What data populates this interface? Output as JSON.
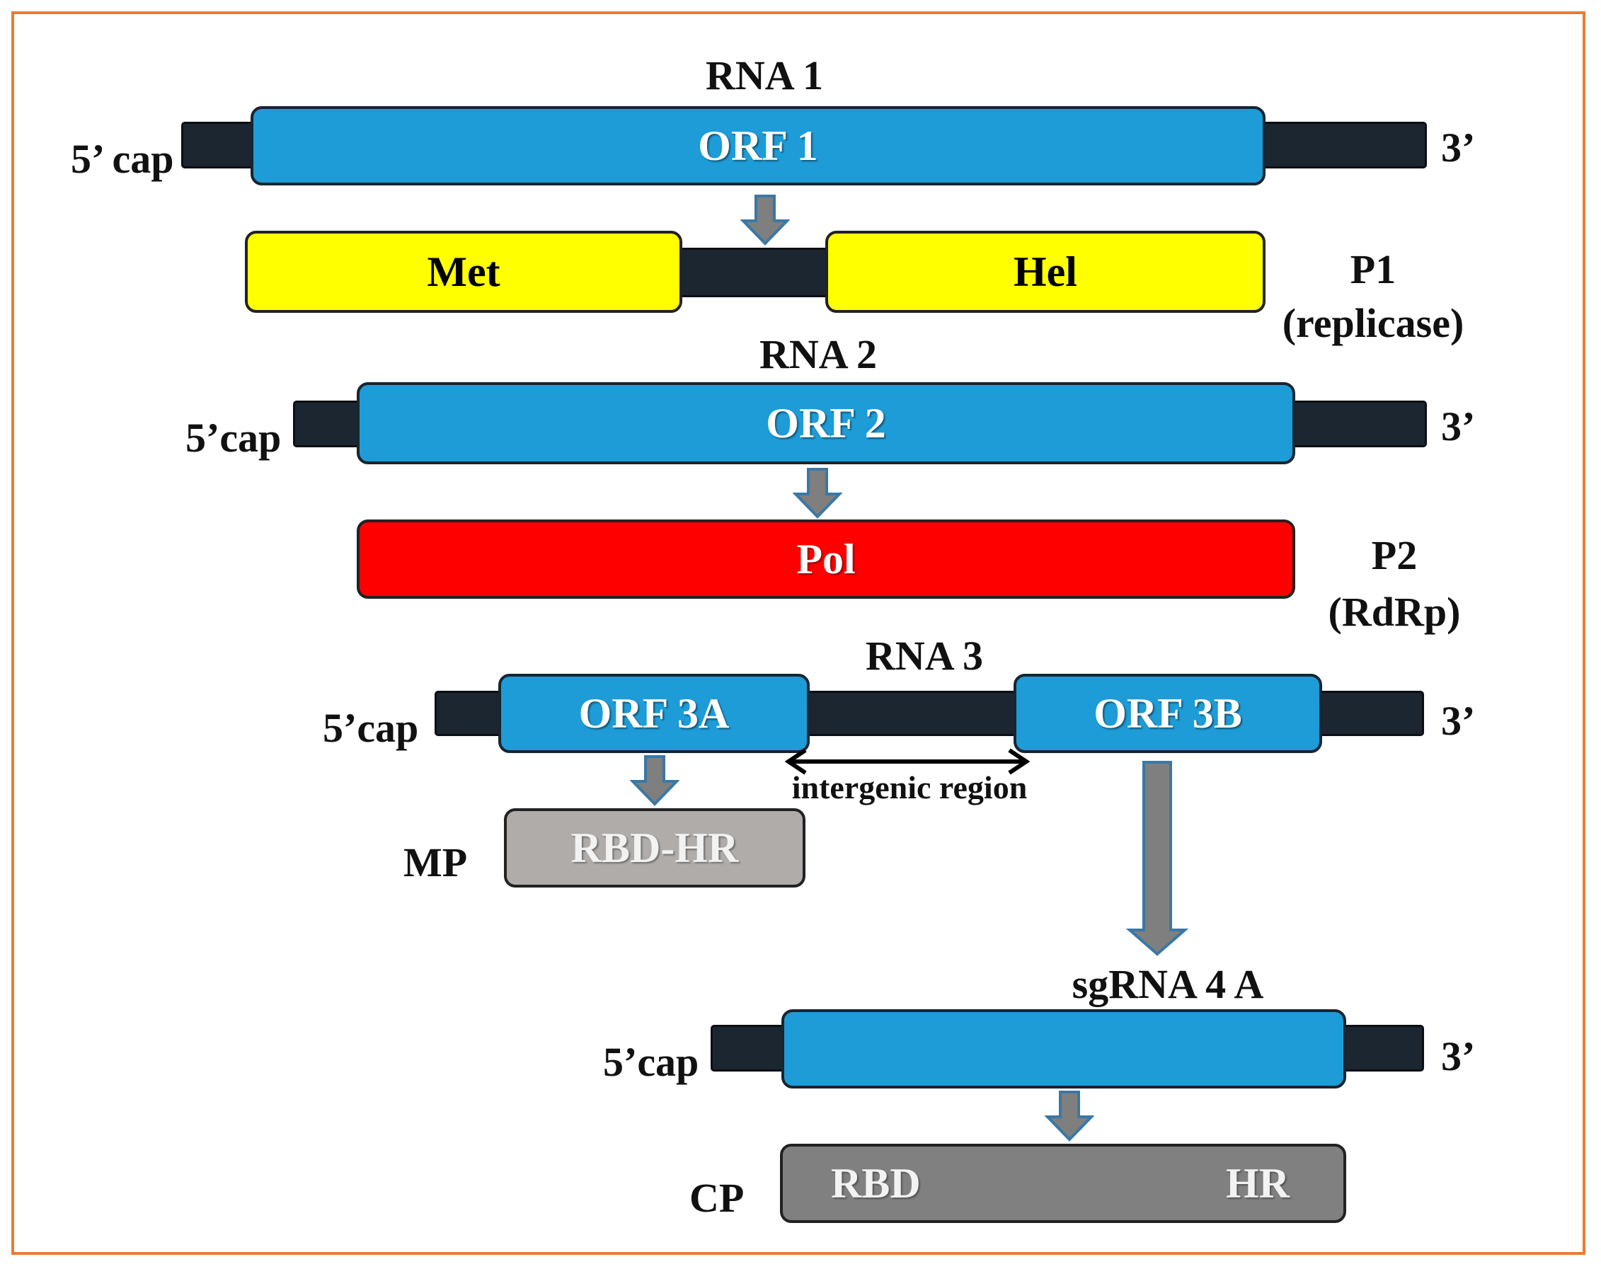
{
  "rna1": {
    "title": "RNA 1",
    "five_prime": "5’ cap",
    "three_prime": "3’",
    "orf": "ORF 1"
  },
  "p1": {
    "met": "Met",
    "hel": "Hel",
    "label": "P1",
    "sublabel": "(replicase)"
  },
  "rna2": {
    "title": "RNA 2",
    "five_prime": "5’cap",
    "three_prime": "3’",
    "orf": "ORF 2"
  },
  "p2": {
    "pol": "Pol",
    "label": "P2",
    "sublabel": "(RdRp)"
  },
  "rna3": {
    "title": "RNA 3",
    "five_prime": "5’cap",
    "three_prime": "3’",
    "orf_a": "ORF 3A",
    "orf_b": "ORF 3B",
    "intergenic": "intergenic region"
  },
  "mp": {
    "label": "MP",
    "domain": "RBD-HR"
  },
  "sgrna": {
    "title": "sgRNA 4 A",
    "five_prime": "5’cap",
    "three_prime": "3’"
  },
  "cp": {
    "label": "CP",
    "rbd": "RBD",
    "hr": "HR"
  },
  "colors": {
    "orf": "#1e9cd7",
    "utr": "#1b2631",
    "met_hel": "#ffff00",
    "pol": "#ff0000",
    "mp": "#afacaa",
    "cp": "#808080",
    "arrow": "#7f7f7f",
    "frame": "#ec7b33"
  }
}
